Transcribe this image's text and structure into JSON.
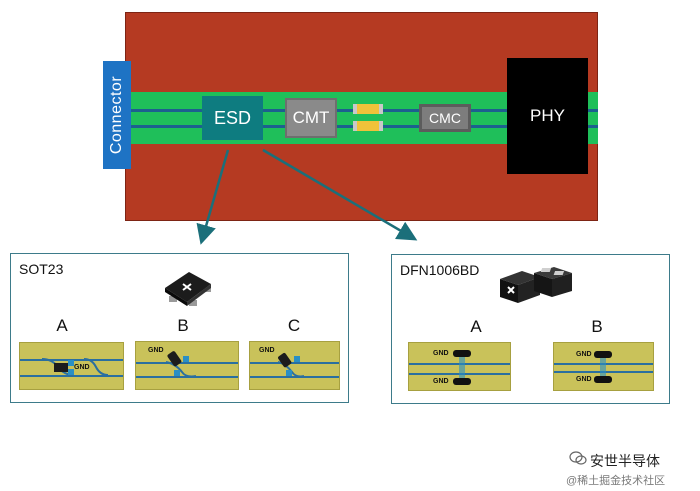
{
  "board": {
    "connector": "Connector",
    "esd": "ESD",
    "cmt": "CMT",
    "cmc": "CMC",
    "phy": "PHY"
  },
  "panels": {
    "sot23": {
      "title": "SOT23",
      "options": [
        "A",
        "B",
        "C"
      ],
      "gnd_label": "GND"
    },
    "dfn1006bd": {
      "title": "DFN1006BD",
      "options": [
        "A",
        "B"
      ],
      "gnd_label": "GND"
    }
  },
  "watermark": {
    "line1": "安世半导体",
    "line2": "@稀土掘金技术社区"
  },
  "colors": {
    "board": "#b53a22",
    "bus": "#1fbf5a",
    "connector": "#1e73c4",
    "esd": "#0e7c80",
    "arrow": "#1b6f7a",
    "panel_border": "#3d7b8a",
    "thumb": "#c9c25a"
  }
}
